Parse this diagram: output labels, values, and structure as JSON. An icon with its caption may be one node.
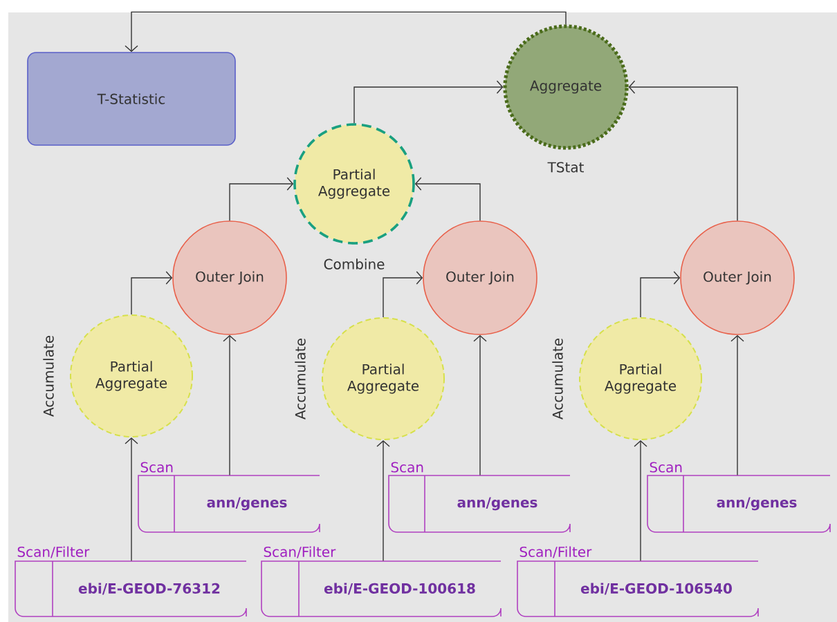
{
  "diagram": {
    "nodes": [
      {
        "text": [
          "T-Statistic"
        ]
      },
      {
        "text": [
          "Aggregate"
        ],
        "beside": [
          "TStat"
        ]
      },
      {
        "text": [
          "Partial Aggregate"
        ],
        "beside": [
          "Combine"
        ]
      },
      {
        "text": [
          "Outer Join"
        ]
      },
      {
        "text": [
          "Partial Aggregate"
        ],
        "beside": [
          "Accumulate"
        ]
      },
      {
        "text": [
          "Outer Join"
        ]
      },
      {
        "text": [
          "Partial Aggregate"
        ],
        "beside": [
          "Accumulate"
        ]
      },
      {
        "text": [
          "Outer Join"
        ]
      },
      {
        "text": [
          "Partial Aggregate"
        ],
        "beside": [
          "Accumulate"
        ]
      },
      {
        "text": [
          "Scan",
          "ann/genes"
        ]
      },
      {
        "text": [
          "Scan/Filter",
          "ebi/E-GEOD-76312"
        ]
      },
      {
        "text": [
          "Scan",
          "ann/genes"
        ]
      },
      {
        "text": [
          "Scan/Filter",
          "ebi/E-GEOD-100618"
        ]
      },
      {
        "text": [
          "Scan",
          "ann/genes"
        ]
      },
      {
        "text": [
          "Scan/Filter",
          "ebi/E-GEOD-106540"
        ]
      }
    ],
    "edges": [
      {
        "from": 1,
        "to": 0,
        "arrow": "to"
      },
      {
        "from": 2,
        "to": 1,
        "arrow": "to"
      },
      {
        "from": 7,
        "to": 1,
        "arrow": "to"
      },
      {
        "from": 3,
        "to": 2,
        "arrow": "to"
      },
      {
        "from": 5,
        "to": 2,
        "arrow": "to"
      },
      {
        "from": 4,
        "to": 3,
        "arrow": "to"
      },
      {
        "from": 6,
        "to": 5,
        "arrow": "to"
      },
      {
        "from": 8,
        "to": 7,
        "arrow": "to"
      },
      {
        "from": 9,
        "to": 3,
        "arrow": "to"
      },
      {
        "from": 10,
        "to": 4,
        "arrow": "to"
      },
      {
        "from": 11,
        "to": 5,
        "arrow": "to"
      },
      {
        "from": 12,
        "to": 6,
        "arrow": "to"
      },
      {
        "from": 13,
        "to": 7,
        "arrow": "to"
      },
      {
        "from": 14,
        "to": 8,
        "arrow": "to"
      }
    ]
  }
}
